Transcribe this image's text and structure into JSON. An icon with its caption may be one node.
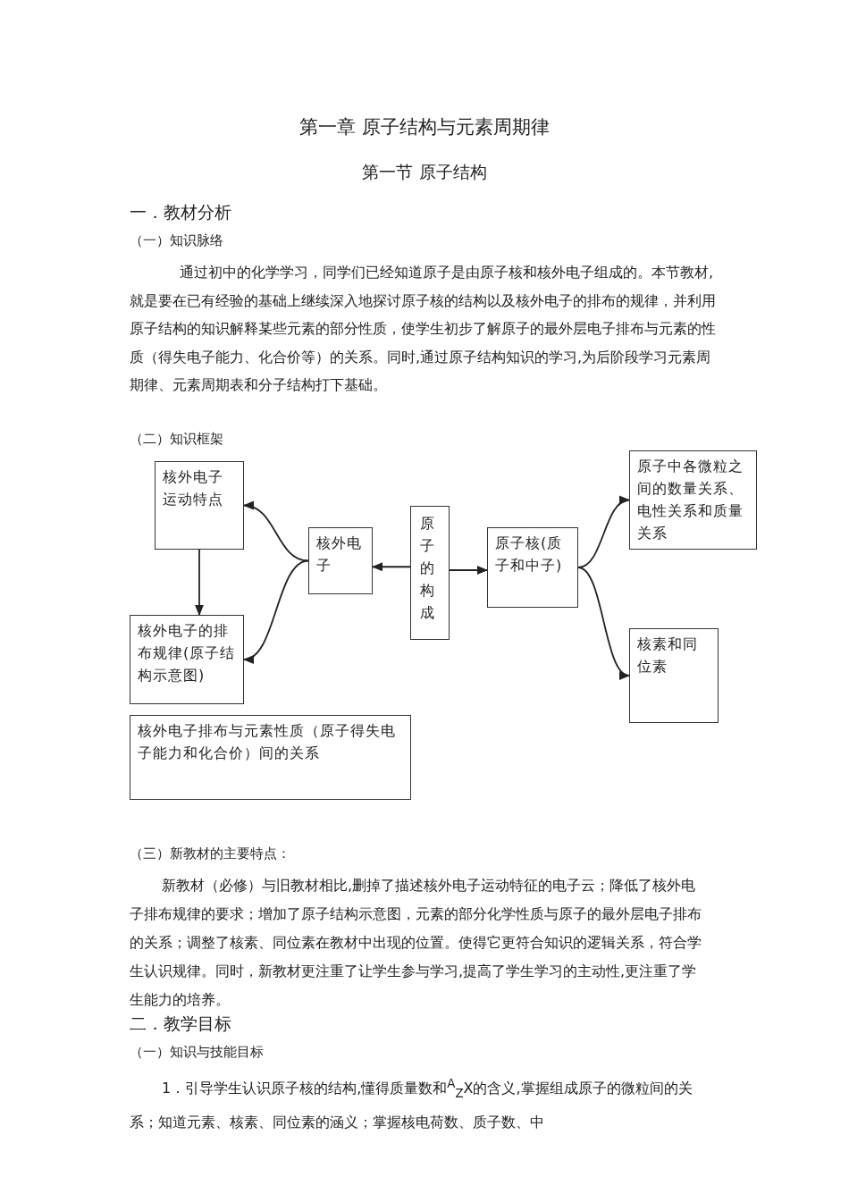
{
  "diagram": {
    "title": "第一章 原子结构与元素周期律",
    "nodes": [
      {
        "text": [
          "核外电子运动特点"
        ]
      },
      {
        "text": [
          "核外电子"
        ]
      },
      {
        "text": [
          "原子的构成"
        ]
      },
      {
        "text": [
          "原子核(质子和中子)"
        ]
      },
      {
        "text": [
          "原子中各微粒之间的数量关系、电性关系和质量关系"
        ]
      },
      {
        "text": [
          "核素和同位素"
        ]
      },
      {
        "text": [
          "核外电子的排布规律(原子结构示意图)"
        ]
      },
      {
        "text": [
          "核外电子排布与元素性质（原子得失电子能力和化合价）间的关系"
        ]
      }
    ],
    "edges": [
      {
        "from": 1,
        "to": 0,
        "arrow": "to"
      },
      {
        "from": 1,
        "to": 6,
        "arrow": "to"
      },
      {
        "from": 2,
        "to": 1,
        "arrow": "to"
      },
      {
        "from": 2,
        "to": 3,
        "arrow": "to"
      },
      {
        "from": 3,
        "to": 4,
        "arrow": "to"
      },
      {
        "from": 3,
        "to": 5,
        "arrow": "to"
      },
      {
        "from": 0,
        "to": 6,
        "arrow": "to"
      }
    ],
    "labels": [
      "第一节 原子结构",
      "一．教材分析",
      "（一）知识脉络",
      "通过初中的化学学习，同学们已经知道原子是由原子核和核外电子组成的。本节教材,就是要在已有经验的基础上继续深入地探讨原子核的结构以及核外电子的排布的规律，并利用原子结构的知识解释某些元素的部分性质，使学生初步了解原子的最外层电子排布与元素的性质（得失电子能力、化合价等）的关系。同时,通过原子结构知识的学习,为后阶段学习元素周期律、元素周期表和分子结构打下基础。",
      "（二）知识框架",
      "（三）新教材的主要特点：",
      "新教材（必修）与旧教材相比,删掉了描述核外电子运动特征的电子云；降低了核外电子排布规律的要求；增加了原子结构示意图，元素的部分化学性质与原子的最外层电子排布的关系；调整了核素、同位素在教材中出现的位置。使得它更符合知识的逻辑关系，符合学生认识规律。同时，新教材更注重了让学生参与学习,提高了学生学习的主动性,更注重了学生能力的培养。",
      "二．教学目标",
      "（一）知识与技能目标",
      "1．引导学生认识原子核的结构,懂得质量数和$^{A}$$_{Z}$X的含义,掌握组成原子的微粒间的关系；知道元素、核素、同位素的涵义；掌握核电荷数、质子数、中"
    ]
  }
}
